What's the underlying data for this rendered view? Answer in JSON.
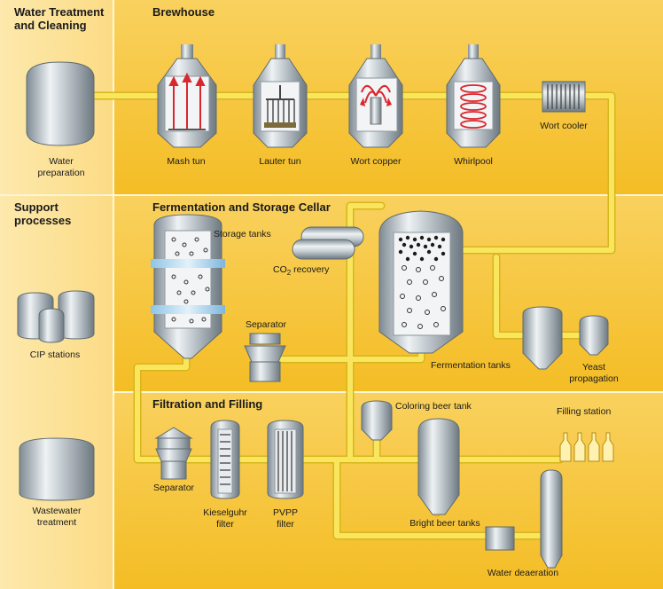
{
  "sections": {
    "water_treatment": "Water Treatment\nand Cleaning",
    "brewhouse": "Brewhouse",
    "support": "Support\nprocesses",
    "fermentation": "Fermentation and Storage Cellar",
    "filtration": "Filtration and Filling"
  },
  "labels": {
    "water_prep": "Water\npreparation",
    "mash_tun": "Mash tun",
    "lauter_tun": "Lauter tun",
    "wort_copper": "Wort copper",
    "whirlpool": "Whirlpool",
    "wort_cooler": "Wort cooler",
    "storage_tanks": "Storage tanks",
    "co2_recovery_pre": "CO",
    "co2_recovery_sub": "2",
    "co2_recovery_post": " recovery",
    "separator_top": "Separator",
    "fermentation_tanks": "Fermentation tanks",
    "yeast_propagation": "Yeast\npropagation",
    "cip_stations": "CIP stations",
    "coloring_beer_tank": "Coloring beer tank",
    "filling_station": "Filling station",
    "wastewater": "Wastewater\ntreatment",
    "separator_bottom": "Separator",
    "kieselguhr": "Kieselguhr\nfilter",
    "pvpp": "PVPP\nfilter",
    "bright_beer": "Bright beer tanks",
    "water_deaeration": "Water deaeration"
  },
  "colors": {
    "panel_light": "#fbd97a",
    "panel_mid": "#f6c431",
    "panel_left": "#fde7a6",
    "pipe": "#f7e24a",
    "pipe_edge": "#d8b51c",
    "steel_dark": "#7e8a93",
    "steel_light": "#eef2f4",
    "arrow_red": "#d9272e",
    "glass_blue": "#a9d6f2"
  }
}
